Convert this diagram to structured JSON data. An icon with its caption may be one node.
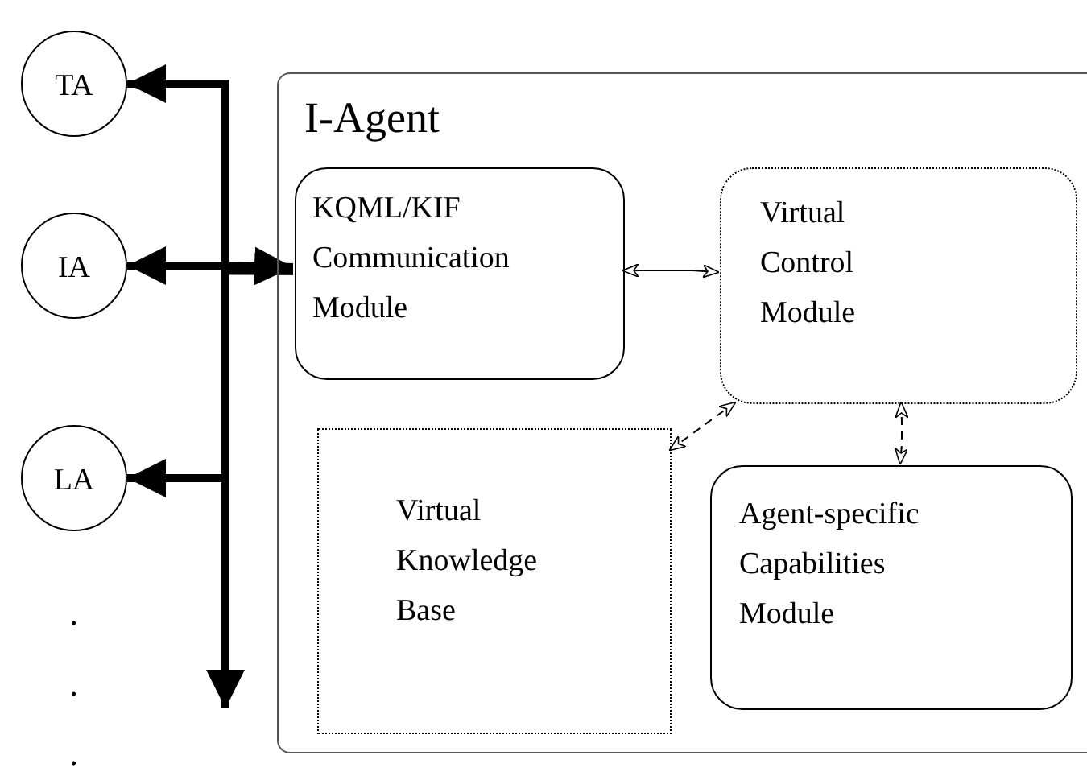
{
  "diagram": {
    "nodes": [
      {
        "text": [
          "TA"
        ]
      },
      {
        "text": [
          "IA"
        ]
      },
      {
        "text": [
          "LA"
        ]
      },
      {
        "text": [
          "I-Agent"
        ]
      },
      {
        "text": [
          "KQML/KIF Communication Module"
        ],
        "in": 3
      },
      {
        "text": [
          "Virtual Control Module"
        ],
        "in": 3
      },
      {
        "text": [
          "Virtual Knowledge Base"
        ],
        "in": 3
      },
      {
        "text": [
          "Agent-specific Capabilities Module"
        ],
        "in": 3
      }
    ],
    "edges": [
      {
        "from": 4,
        "to": 0,
        "arrow": "to"
      },
      {
        "from": 1,
        "to": 4,
        "arrow": "both"
      },
      {
        "from": 4,
        "to": 2,
        "arrow": "to"
      },
      {
        "from": 4,
        "to": null,
        "arrow": "to"
      },
      {
        "from": 4,
        "to": 5,
        "arrow": "both"
      },
      {
        "from": 5,
        "to": 6,
        "arrow": "both",
        "style": "dashed"
      },
      {
        "from": 5,
        "to": 7,
        "arrow": "both",
        "style": "dashed"
      }
    ],
    "labels": [
      ".",
      ".",
      "."
    ]
  }
}
